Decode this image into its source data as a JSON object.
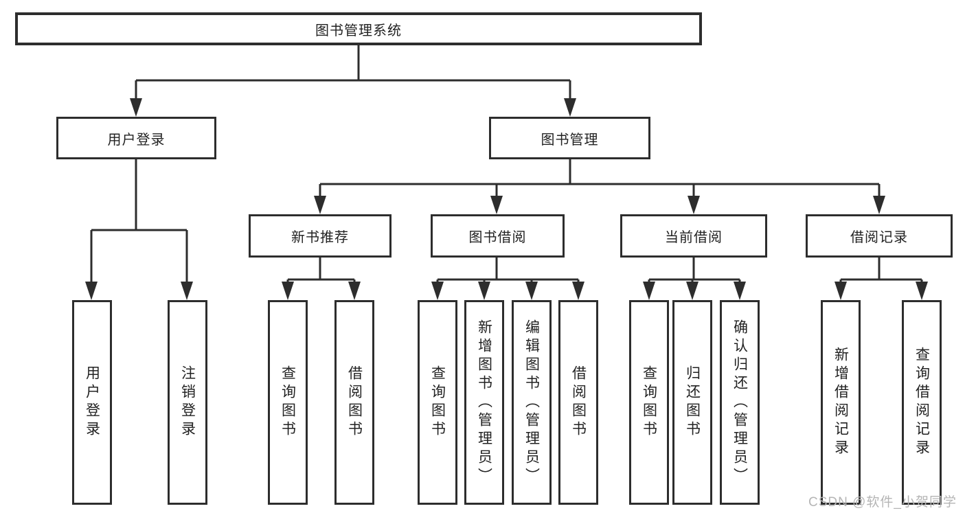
{
  "tree": {
    "root": "图书管理系统",
    "branches": [
      {
        "label": "用户登录",
        "leaves": [
          "用户登录",
          "注销登录"
        ]
      },
      {
        "label": "图书管理",
        "groups": [
          {
            "label": "新书推荐",
            "leaves": [
              "查询图书",
              "借阅图书"
            ]
          },
          {
            "label": "图书借阅",
            "leaves": [
              "查询图书",
              "新增图书（管理员）",
              "编辑图书（管理员）",
              "借阅图书"
            ]
          },
          {
            "label": "当前借阅",
            "leaves": [
              "查询图书",
              "归还图书",
              "确认归还（管理员）"
            ]
          },
          {
            "label": "借阅记录",
            "leaves": [
              "新增借阅记录",
              "查询借阅记录"
            ]
          }
        ]
      }
    ]
  },
  "watermark": {
    "text": "CSDN @软件_小贺同学"
  },
  "colors": {
    "line": "#2d2d2d",
    "box_border": "#2d2d2d",
    "text": "#222222",
    "watermark": "#b5b5b5",
    "background": "#ffffff"
  }
}
